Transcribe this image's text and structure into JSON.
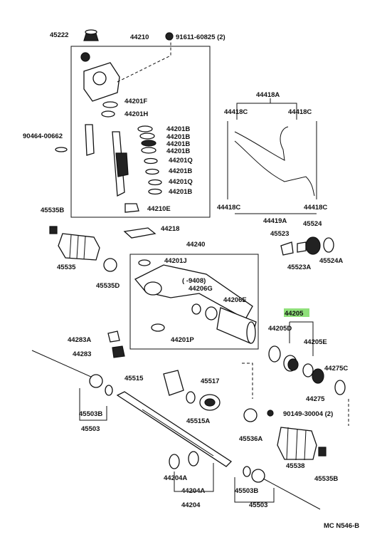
{
  "labels": {
    "p45222": "45222",
    "p44210": "44210",
    "p91611": "91611-60825 (2)",
    "p44201F": "44201F",
    "p44201H": "44201H",
    "p90464": "90464-00662",
    "p44201B_1": "44201B",
    "p44201B_2": "44201B",
    "p44201B_3": "44201B",
    "p44201B_4": "44201B",
    "p44201Q_1": "44201Q",
    "p44201B_5": "44201B",
    "p44201Q_2": "44201Q",
    "p44201B_6": "44201B",
    "p44210E": "44210E",
    "p44418A": "44418A",
    "p44418C_1": "44418C",
    "p44418C_2": "44418C",
    "p44418C_3": "44418C",
    "p44418C_4": "44418C",
    "p44419A": "44419A",
    "p45535B_1": "45535B",
    "p44218": "44218",
    "p44240": "44240",
    "p45523": "45523",
    "p45524": "45524",
    "p45535": "45535",
    "p44201J": "44201J",
    "p45523A": "45523A",
    "p45524A": "45524A",
    "p9408": "( -9408)",
    "p45535D": "45535D",
    "p44206G": "44206G",
    "p44206E": "44206E",
    "p44205": "44205",
    "p44205D": "44205D",
    "p44205E": "44205E",
    "p44283A": "44283A",
    "p44283": "44283",
    "p44201P": "44201P",
    "p44275C": "44275C",
    "p45515": "45515",
    "p45517": "45517",
    "p44275": "44275",
    "p45503B_1": "45503B",
    "p45515A": "45515A",
    "p90149": "90149-30004 (2)",
    "p45503_1": "45503",
    "p45536A": "45536A",
    "p45538": "45538",
    "p45535B_2": "45535B",
    "p44204A_1": "44204A",
    "p44204A_2": "44204A",
    "p45503B_2": "45503B",
    "p44204": "44204",
    "p45503_2": "45503",
    "code": "MC  N546-B"
  },
  "highlight_part": "44205",
  "colors": {
    "highlight": "#8fe07a",
    "ink": "#111111"
  }
}
